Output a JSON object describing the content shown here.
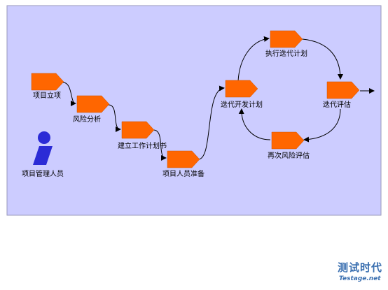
{
  "diagram": {
    "background_color": "#ccccff",
    "node_color": "#ff6600",
    "actor_color": "#2b2bd6",
    "nodes": [
      {
        "id": "n1",
        "label": "项目立项"
      },
      {
        "id": "n2",
        "label": "风险分析"
      },
      {
        "id": "n3",
        "label": "建立工作计划书"
      },
      {
        "id": "n4",
        "label": "项目人员准备"
      },
      {
        "id": "n5",
        "label": "迭代开发计划"
      },
      {
        "id": "n6",
        "label": "执行迭代计划"
      },
      {
        "id": "n7",
        "label": "迭代评估"
      },
      {
        "id": "n8",
        "label": "再次风险评估"
      }
    ],
    "actor": {
      "label": "项目管理人员",
      "icon": "person-icon"
    },
    "edges": [
      {
        "from": "n1",
        "to": "n2"
      },
      {
        "from": "n2",
        "to": "n3"
      },
      {
        "from": "n3",
        "to": "n4"
      },
      {
        "from": "n4",
        "to": "n5"
      },
      {
        "from": "n5",
        "to": "n6"
      },
      {
        "from": "n6",
        "to": "n7"
      },
      {
        "from": "n7",
        "to": "n8"
      },
      {
        "from": "n8",
        "to": "n5"
      },
      {
        "from": "n7",
        "to": "exit"
      }
    ]
  },
  "watermark": {
    "brand": "测试时代",
    "url": "Testage.net"
  }
}
